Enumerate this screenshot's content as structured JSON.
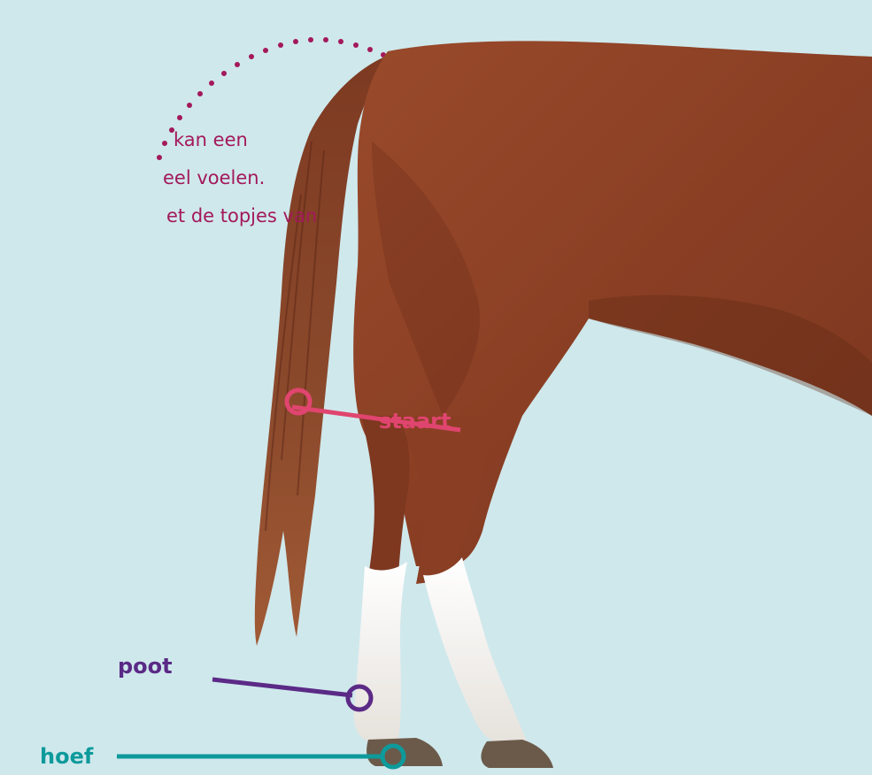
{
  "intro_text": {
    "line1": "kan een",
    "line2": "eel voelen.",
    "line3": "et de topjes van"
  },
  "labels": {
    "staart": "staart",
    "poot": "poot",
    "hoef": "hoef"
  },
  "colors": {
    "background": "#cfe8ec",
    "text_magenta": "#a3195b",
    "staart_pink": "#e0456f",
    "poot_purple": "#5b2a86",
    "hoef_teal": "#0e9a9b",
    "horse_brown": "#8a3f24",
    "white_socks": "#f2f0ec"
  }
}
